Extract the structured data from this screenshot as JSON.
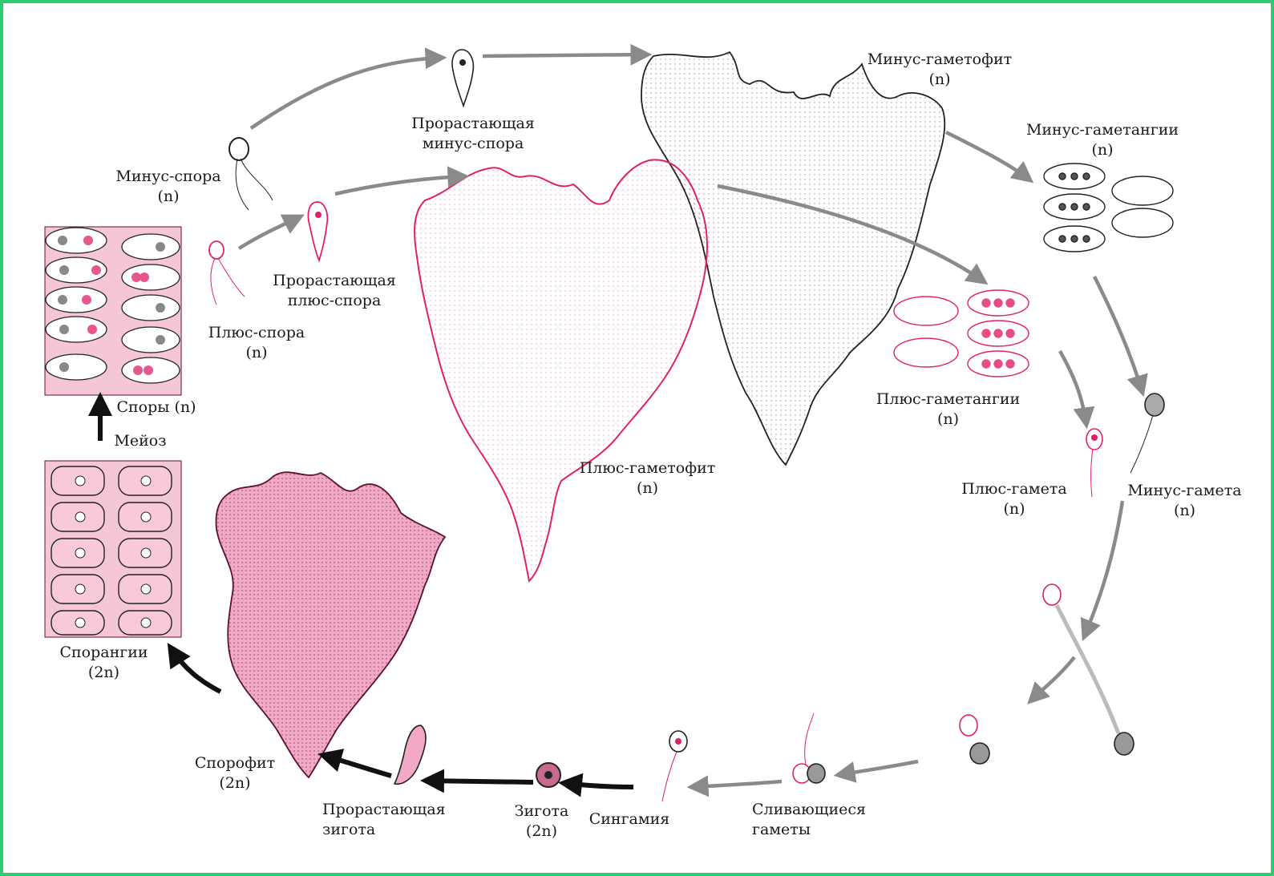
{
  "colors": {
    "frame": "#2ecc71",
    "plus": "#e0206a",
    "plus_fill": "#fde8f0",
    "sporophyte": "#f2a9c8",
    "minus": "#222222",
    "arrow_gray": "#8a8a8a",
    "arrow_black": "#111111"
  },
  "labels": {
    "minus_gametophyte": [
      "Минус-гаметофит",
      "(n)"
    ],
    "germinating_minus_spore": [
      "Прорастающая",
      "минус-спора"
    ],
    "minus_spore": [
      "Минус-спора",
      "(n)"
    ],
    "minus_gametangia": [
      "Минус-гаметангии",
      "(n)"
    ],
    "germinating_plus_spore": [
      "Прорастающая",
      "плюс-спора"
    ],
    "plus_spore": [
      "Плюс-спора",
      "(n)"
    ],
    "spores": "Споры (n)",
    "meiosis": "Мейоз",
    "plus_gametangia": [
      "Плюс-гаметангии",
      "(n)"
    ],
    "plus_gametophyte": [
      "Плюс-гаметофит",
      "(n)"
    ],
    "plus_gamete": [
      "Плюс-гамета",
      "(n)"
    ],
    "minus_gamete": [
      "Минус-гамета",
      "(n)"
    ],
    "sporangia": [
      "Спорангии",
      "(2n)"
    ],
    "sporophyte": [
      "Спорофит",
      "(2n)"
    ],
    "germinating_zygote": [
      "Прорастающая",
      "зигота"
    ],
    "zygote": [
      "Зигота",
      "(2n)"
    ],
    "syngamy": "Сингамия",
    "fusing_gametes": [
      "Сливающиеся",
      "гаметы"
    ]
  }
}
